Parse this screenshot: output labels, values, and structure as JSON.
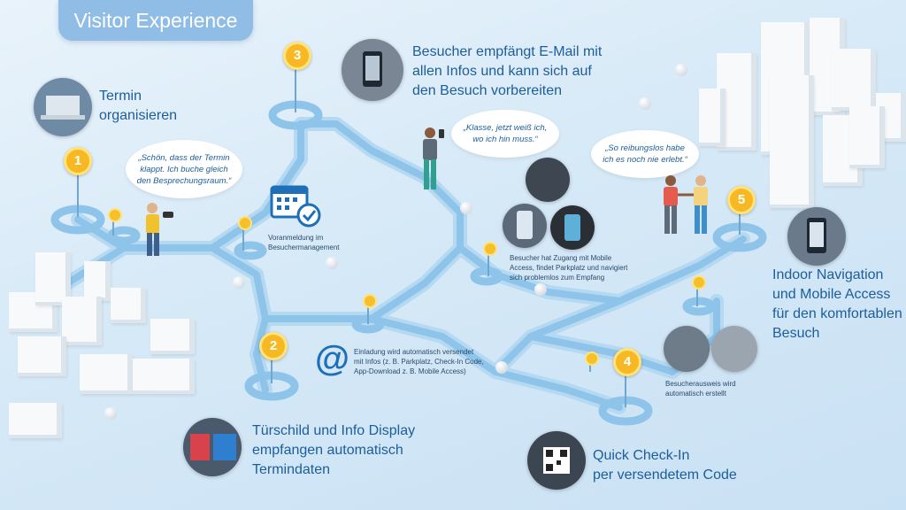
{
  "header": {
    "title": "Visitor Experience"
  },
  "steps": [
    {
      "number": "1",
      "heading": "Termin\norganisieren",
      "quote": "„Schön, dass der Termin klappt. Ich buche gleich den Besprechungsraum.“"
    },
    {
      "number": "2",
      "heading": "Türschild und Info Display\nempfangen automatisch\nTermindaten"
    },
    {
      "number": "3",
      "heading": "Besucher empfängt E-Mail mit\nallen Infos und kann sich auf\nden Besuch vorbereiten",
      "quote": "„Klasse, jetzt weiß ich, wo ich hin muss.“"
    },
    {
      "number": "4",
      "heading": "Quick Check-In\nper versendetem Code"
    },
    {
      "number": "5",
      "heading": "Indoor Navigation\nund Mobile Access\nfür den komfortablen\nBesuch",
      "quote": "„So reibungslos habe ich es noch nie erlebt.“"
    }
  ],
  "notes": {
    "preregistration": "Voranmeldung im\nBesuchermanagement",
    "invitation": "Einladung wird automatisch versendet\nmit Infos (z. B. Parkplatz, Check-In Code,\nApp-Download z. B. Mobile Access)",
    "mobile_access": "Besucher hat Zugang mit Mobile\nAccess, findet Parkplatz und navigiert\nsich problemlos zum Empfang",
    "badge": "Besucherausweis wird\nautomatisch erstellt"
  },
  "icons": {
    "calendar": "calendar-check-icon",
    "at": "at-sign-icon",
    "at_glyph": "@"
  },
  "colors": {
    "path": "#8ec4ea",
    "path_edge": "#b6d9f2",
    "badge": "#f7b923",
    "heading": "#1c5d9c",
    "title_tab": "#8fbde6"
  }
}
